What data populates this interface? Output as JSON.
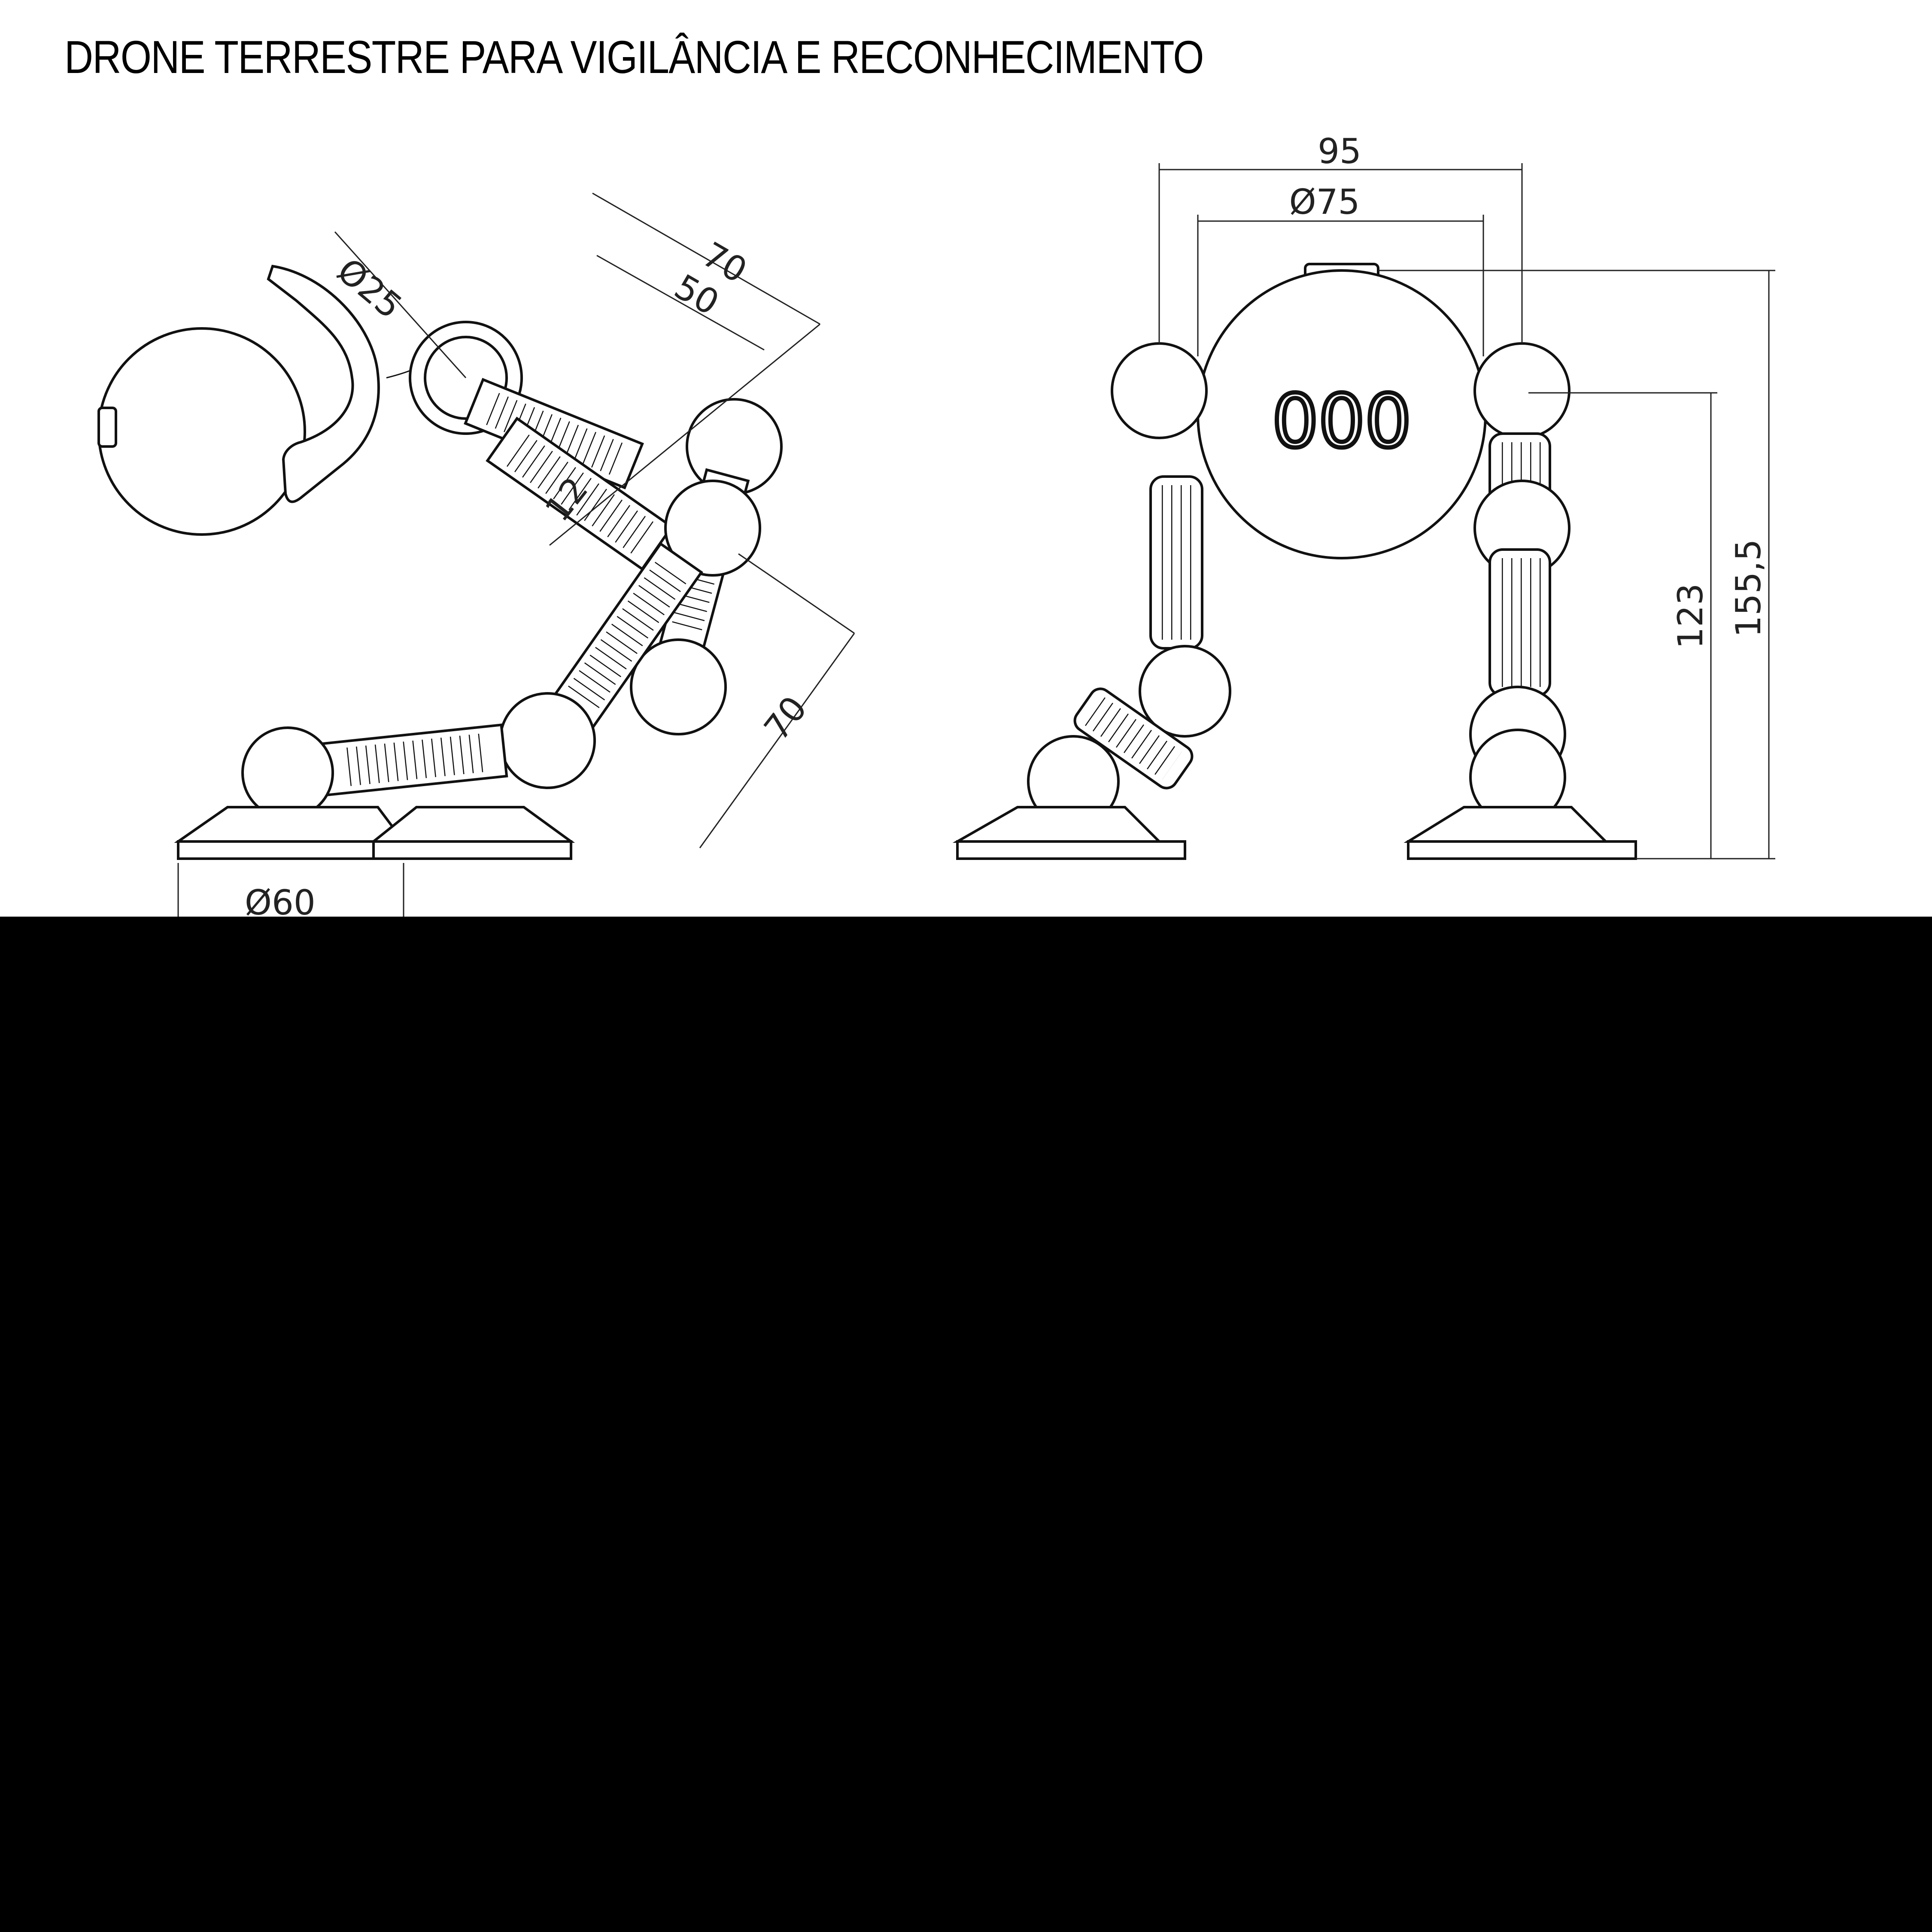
{
  "title": "DRONE TERRESTRE PARA VIGILÂNCIA E RECONHECIMENTO",
  "side_view": {
    "dims": {
      "d25": "Ø25",
      "l70_top": "70",
      "l50": "50",
      "l12": "12",
      "l70_right": "70",
      "d60": "Ø60"
    }
  },
  "front_view": {
    "dims": {
      "w95": "95",
      "d75": "Ø75",
      "h155": "155,5",
      "h123": "123"
    },
    "face_display": "000"
  },
  "colors": {
    "background": "#ffffff",
    "ink": "#111111",
    "band": "#000000"
  }
}
